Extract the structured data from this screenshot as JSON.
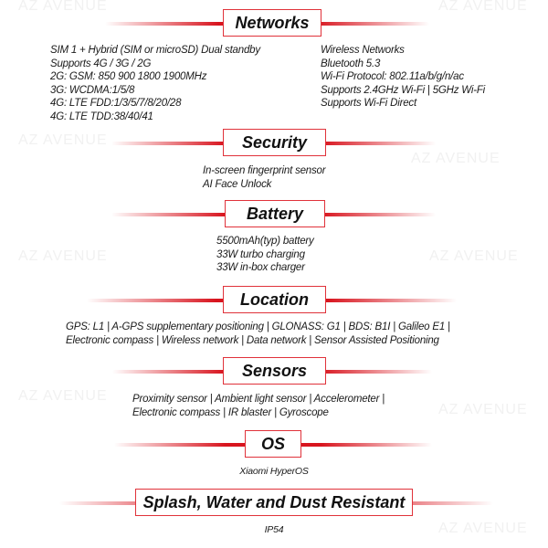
{
  "watermark": "AZ AVENUE",
  "sections": {
    "networks": {
      "title": "Networks",
      "left": [
        "SIM 1 + Hybrid (SIM or microSD) Dual standby",
        "Supports 4G / 3G / 2G",
        "2G: GSM: 850 900 1800 1900MHz",
        "3G: WCDMA:1/5/8",
        "4G: LTE FDD:1/3/5/7/8/20/28",
        "4G: LTE TDD:38/40/41"
      ],
      "right": [
        "Wireless Networks",
        "Bluetooth 5.3",
        "Wi-Fi Protocol: 802.11a/b/g/n/ac",
        "Supports 2.4GHz Wi-Fi | 5GHz Wi-Fi",
        "Supports Wi-Fi Direct"
      ]
    },
    "security": {
      "title": "Security",
      "lines": [
        "In-screen fingerprint sensor",
        "AI Face Unlock"
      ]
    },
    "battery": {
      "title": "Battery",
      "lines": [
        "5500mAh(typ) battery",
        "33W turbo charging",
        "33W in-box charger"
      ]
    },
    "location": {
      "title": "Location",
      "lines": [
        "GPS: L1 | A-GPS supplementary positioning | GLONASS: G1 | BDS: B1I | Galileo E1 |",
        "Electronic compass | Wireless network | Data network | Sensor Assisted Positioning"
      ]
    },
    "sensors": {
      "title": "Sensors",
      "lines": [
        "Proximity sensor | Ambient light sensor | Accelerometer |",
        "Electronic compass | IR blaster | Gyroscope"
      ]
    },
    "os": {
      "title": "OS",
      "lines": [
        "Xiaomi HyperOS"
      ]
    },
    "splash": {
      "title": "Splash, Water and Dust Resistant",
      "lines": [
        "IP54"
      ]
    }
  }
}
